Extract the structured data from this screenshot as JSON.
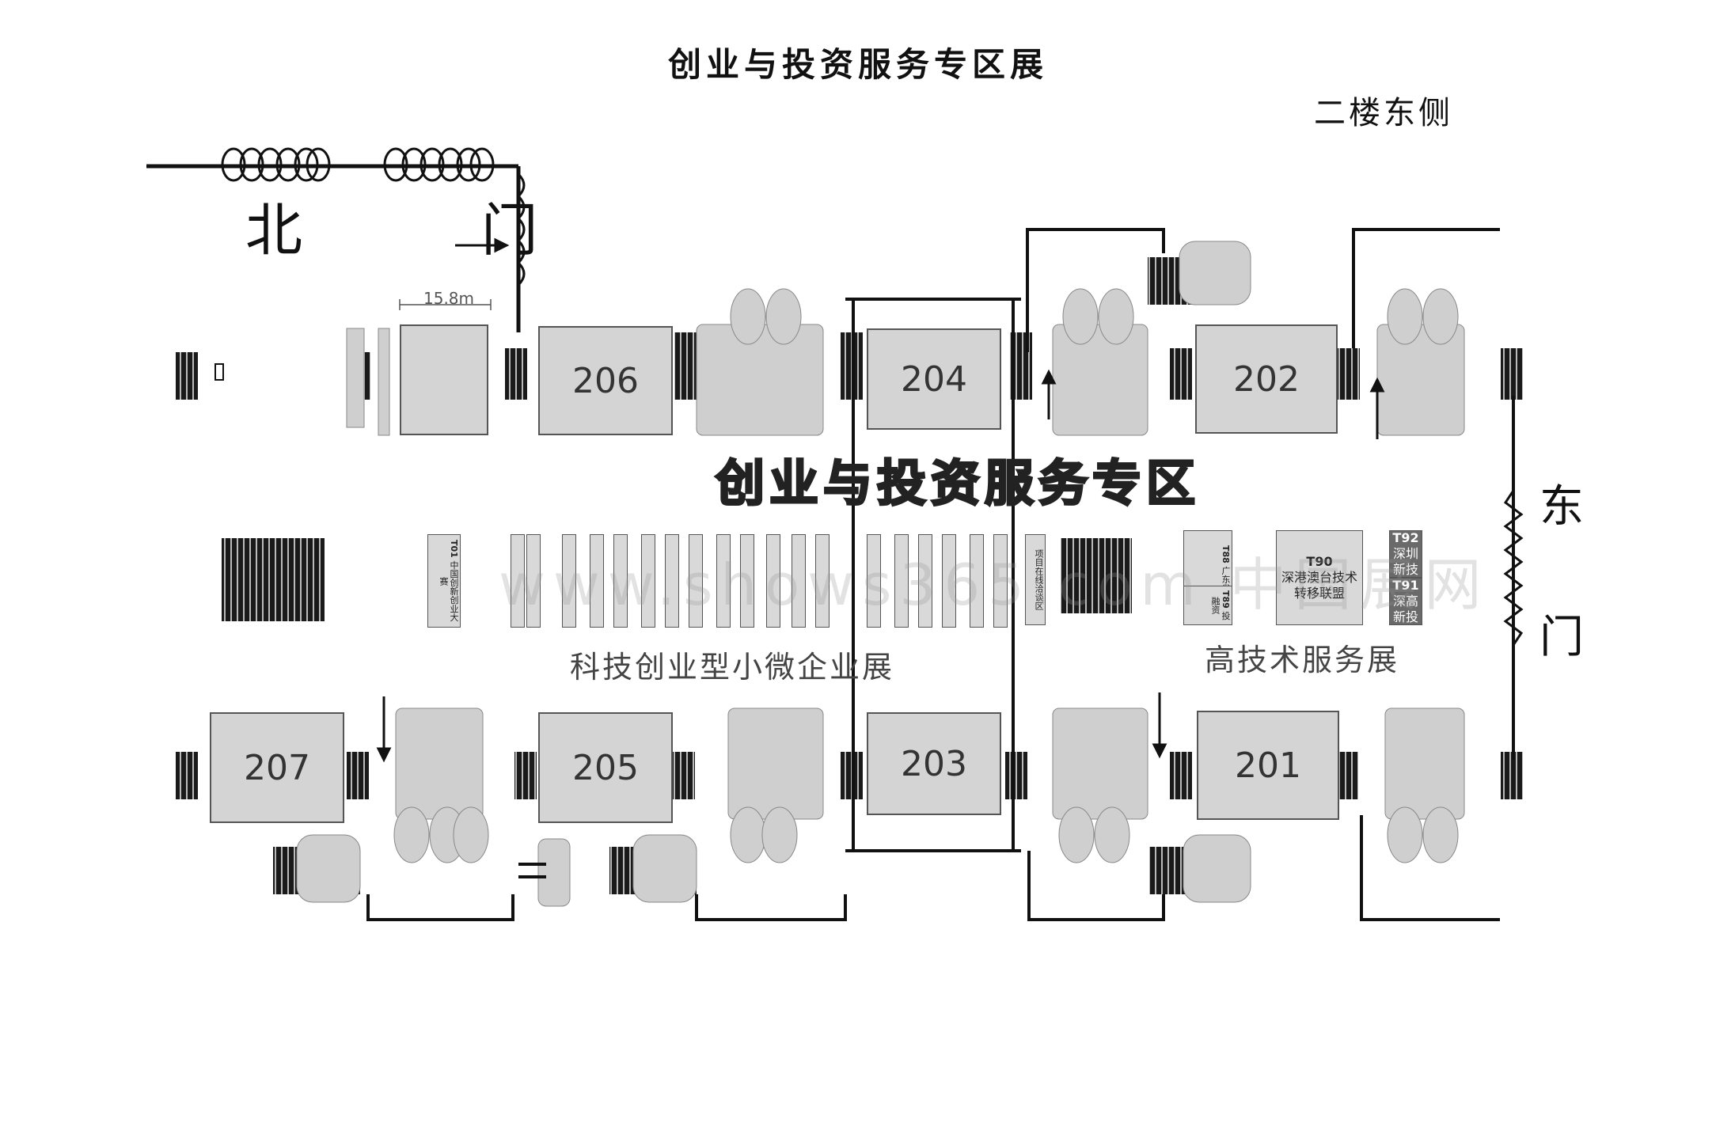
{
  "page": {
    "title": "创业与投资服务专区展",
    "floor_label": "二楼东侧",
    "north_gate": "北  门",
    "east_gate_top": "东",
    "east_gate_bottom": "门",
    "zone_banner": "创业与投资服务专区",
    "dimension_label": "15.8m",
    "watermark": "www.shows365.com 中国展网"
  },
  "halls": [
    {
      "id": "206",
      "label": "206"
    },
    {
      "id": "204",
      "label": "204"
    },
    {
      "id": "202",
      "label": "202"
    },
    {
      "id": "207",
      "label": "207"
    },
    {
      "id": "205",
      "label": "205"
    },
    {
      "id": "203",
      "label": "203"
    },
    {
      "id": "201",
      "label": "201"
    }
  ],
  "areas": {
    "small_enterprise": "科技创业型小微企业展",
    "high_tech_service": "高技术服务展"
  },
  "booths": {
    "t01": {
      "code": "T01",
      "name": "中国创新创业大赛"
    },
    "investment": {
      "name": "项目在线洽谈区"
    },
    "t90": {
      "code": "T90",
      "name": "深港澳台技术转移联盟"
    },
    "t92": {
      "code": "T92",
      "name": "深圳新技"
    },
    "t91": {
      "code": "T91",
      "name": "深高新投"
    },
    "t88": {
      "code": "T88",
      "name": "广东省科技"
    },
    "t89": {
      "code": "T89",
      "name": "投融资"
    }
  }
}
